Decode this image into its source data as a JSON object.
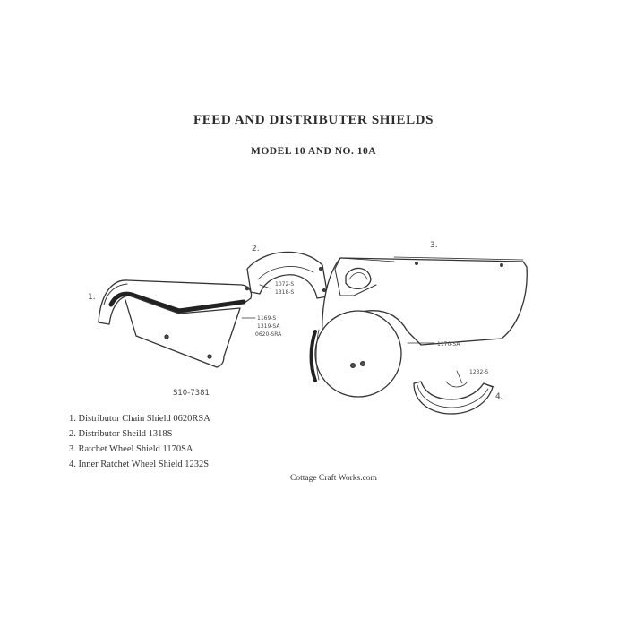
{
  "header": {
    "title": "FEED AND DISTRIBUTER SHIELDS",
    "subtitle": "MODEL 10 AND NO. 10A"
  },
  "figure": {
    "part_numbers": [
      "1.",
      "2.",
      "3.",
      "4."
    ],
    "callouts": {
      "c1072": "1072-S",
      "c1318": "1318-S",
      "c1169": "1169-S",
      "c1319": "1319-SA",
      "c0620": "0620-SRA",
      "c1170": "1170-SA",
      "c1232": "1232-S",
      "drawing_no": "S10-7381"
    }
  },
  "legend": {
    "items": [
      "1. Distributor Chain Shield 0620RSA",
      "2. Distributor Sheild 1318S",
      "3. Ratchet Wheel Shield 1170SA",
      "4. Inner Ratchet Wheel Shield 1232S"
    ]
  },
  "footer": {
    "credit": "Cottage Craft Works.com"
  }
}
